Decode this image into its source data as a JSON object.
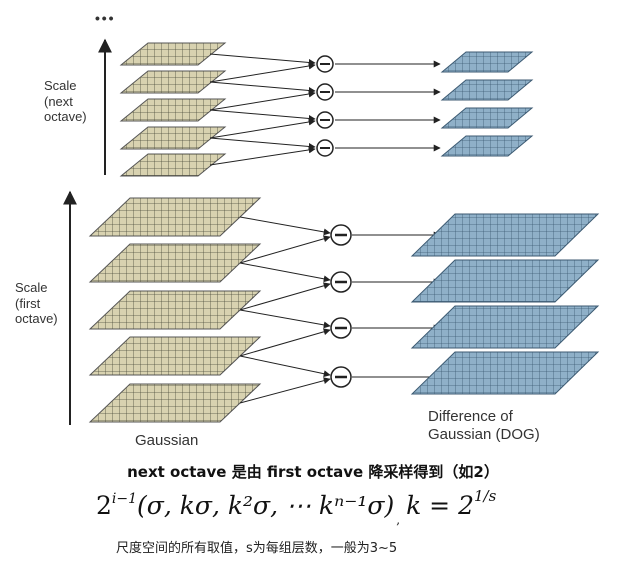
{
  "top_marker": "• • •",
  "labels": {
    "scale_next": "Scale\n(next\noctave)",
    "scale_first": "Scale\n(first\noctave)",
    "gaussian": "Gaussian",
    "dog": "Difference of\nGaussian (DOG)"
  },
  "caption": "next octave 是由 first octave 降采样得到（如2）",
  "formula": {
    "base": "2",
    "exponent": "i−1",
    "args": "(σ, kσ, k²σ, ⋯ kⁿ⁻¹σ)",
    "separator": ",",
    "rhs": "k = 2",
    "rhs_exponent": "1/s"
  },
  "note": "尺度空间的所有取值，s为每组层数，一般为3~5",
  "colors": {
    "gaussian_fill": "#d8d2b0",
    "dog_fill": "#8fb0c8",
    "grid_line": "#555555",
    "arrow": "#222222"
  }
}
